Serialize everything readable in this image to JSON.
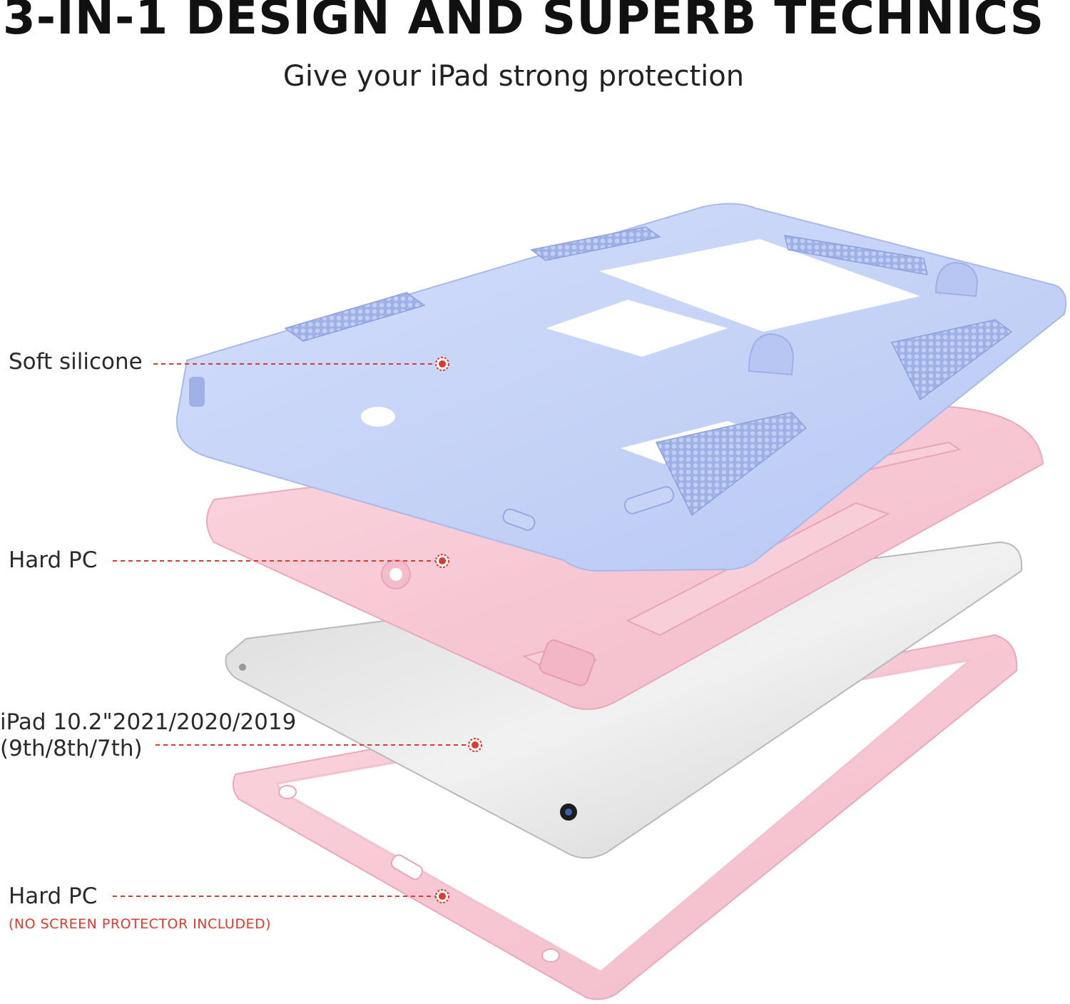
{
  "headline": "3-IN-1 DESIGN AND SUPERB TECHNICS",
  "subheadline": "Give your iPad strong protection",
  "layers": [
    {
      "label": "Soft silicone"
    },
    {
      "label": "Hard PC"
    },
    {
      "label_line1": "iPad 10.2\"2021/2020/2019",
      "label_line2": "(9th/8th/7th)"
    },
    {
      "label": "Hard PC",
      "note": "(NO SCREEN PROTECTOR INCLUDED)"
    }
  ],
  "colors": {
    "silicone": "#c3d1f7",
    "pc_pink": "#f6c6d3",
    "ipad_silver": "#e4e4e4",
    "callout_red": "#e0392f"
  }
}
